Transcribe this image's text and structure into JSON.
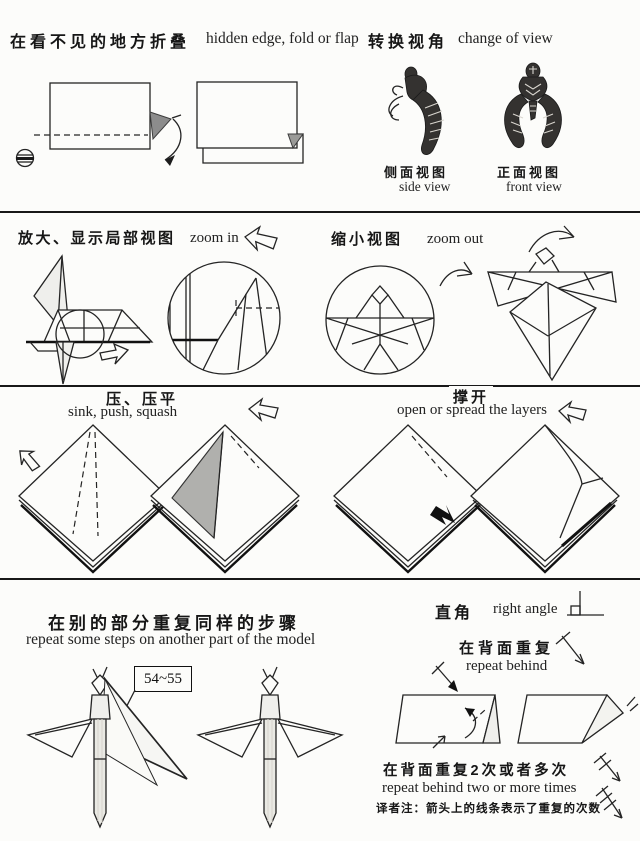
{
  "colors": {
    "paper": "#fcfcfa",
    "ink": "#1c1c1c",
    "gray_flap": "#8c8c8c",
    "gray_squash": "#b0b0ad"
  },
  "legend": {
    "hidden_edge": {
      "zh": "在看不见的地方折叠",
      "en": "hidden edge, fold or flap"
    },
    "change_of_view": {
      "zh": "转换视角",
      "en": "change of view",
      "side_view": {
        "zh": "侧面视图",
        "en": "side view"
      },
      "front_view": {
        "zh": "正面视图",
        "en": "front view"
      }
    },
    "zoom_in": {
      "zh": "放大、显示局部视图",
      "en": "zoom in"
    },
    "zoom_out": {
      "zh": "缩小视图",
      "en": "zoom out"
    },
    "sink_push_squash": {
      "zh": "压、压平",
      "en": "sink, push, squash"
    },
    "open_spread": {
      "zh": "撑开",
      "en": "open or spread the layers"
    },
    "repeat_on_part": {
      "zh": "在别的部分重复同样的步骤",
      "en": "repeat some steps on another part of the model",
      "step_range": "54~55"
    },
    "right_angle": {
      "zh": "直角",
      "en": "right angle"
    },
    "repeat_behind": {
      "zh": "在背面重复",
      "en": "repeat behind"
    },
    "repeat_behind_times": {
      "zh": "在背面重复2次或者多次",
      "en": "repeat behind two or more times"
    },
    "translator_note": "译者注：箭头上的线条表示了重复的次数"
  }
}
